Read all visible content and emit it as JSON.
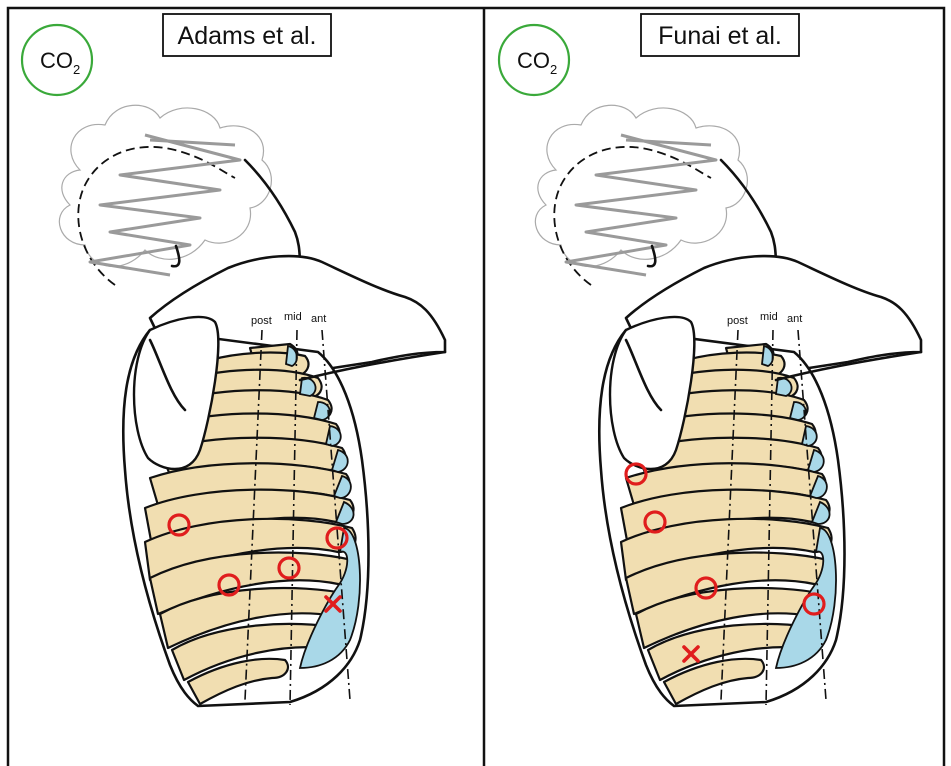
{
  "panels": [
    {
      "title": "Adams et al.",
      "gas": "CO",
      "gas_subscript": "2",
      "line_labels": [
        "post",
        "mid",
        "ant"
      ],
      "ports": [
        {
          "kind": "circle",
          "id": "port-1"
        },
        {
          "kind": "circle",
          "id": "port-2"
        },
        {
          "kind": "circle",
          "id": "port-3"
        },
        {
          "kind": "circle",
          "id": "port-4"
        },
        {
          "kind": "cross",
          "id": "port-5"
        }
      ]
    },
    {
      "title": "Funai et al.",
      "gas": "CO",
      "gas_subscript": "2",
      "line_labels": [
        "post",
        "mid",
        "ant"
      ],
      "ports": [
        {
          "kind": "circle",
          "id": "port-1"
        },
        {
          "kind": "circle",
          "id": "port-2"
        },
        {
          "kind": "circle",
          "id": "port-3"
        },
        {
          "kind": "circle",
          "id": "port-4"
        },
        {
          "kind": "cross",
          "id": "port-5"
        }
      ]
    }
  ],
  "colors": {
    "rib": "#f1deb1",
    "cartilage": "#a9d8e8",
    "port": "#e01d1d",
    "co2_ring": "#3aa93a",
    "hair": "#9a9a9a"
  }
}
